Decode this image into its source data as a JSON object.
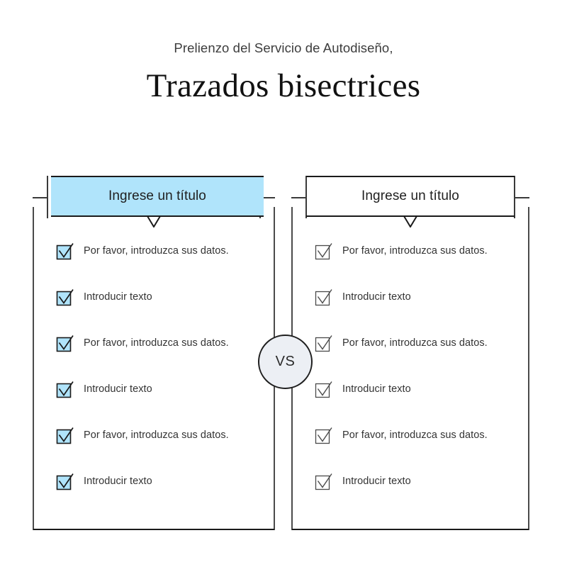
{
  "header": {
    "subtitle": "Prelienzo del Servicio de Autodiseño,",
    "title": "Trazados bisectrices"
  },
  "colors": {
    "accent_fill": "#b0e4fb",
    "stroke": "#1a1a1a",
    "rail": "#4a4a4a",
    "badge_fill": "#eceff4",
    "text": "#333333",
    "background": "#ffffff"
  },
  "center_badge": {
    "label": "VS",
    "icon": "vs-circle"
  },
  "panels": [
    {
      "id": "left",
      "selected": true,
      "title": "Ingrese un título",
      "title_placeholder": "Ingrese un título",
      "checkbox_state": "checked-filled",
      "items": [
        {
          "label": "Por favor, introduzca sus datos.",
          "checked": true
        },
        {
          "label": "Introducir texto",
          "checked": true
        },
        {
          "label": "Por favor, introduzca sus datos.",
          "checked": true
        },
        {
          "label": "Introducir texto",
          "checked": true
        },
        {
          "label": "Por favor, introduzca sus datos.",
          "checked": true
        },
        {
          "label": "Introducir texto",
          "checked": true
        }
      ]
    },
    {
      "id": "right",
      "selected": false,
      "title": "Ingrese un título",
      "title_placeholder": "Ingrese un título",
      "checkbox_state": "checked-outline",
      "items": [
        {
          "label": "Por favor, introduzca sus datos.",
          "checked": true
        },
        {
          "label": "Introducir texto",
          "checked": true
        },
        {
          "label": "Por favor, introduzca sus datos.",
          "checked": true
        },
        {
          "label": "Introducir texto",
          "checked": true
        },
        {
          "label": "Por favor, introduzca sus datos.",
          "checked": true
        },
        {
          "label": "Introducir texto",
          "checked": true
        }
      ]
    }
  ]
}
